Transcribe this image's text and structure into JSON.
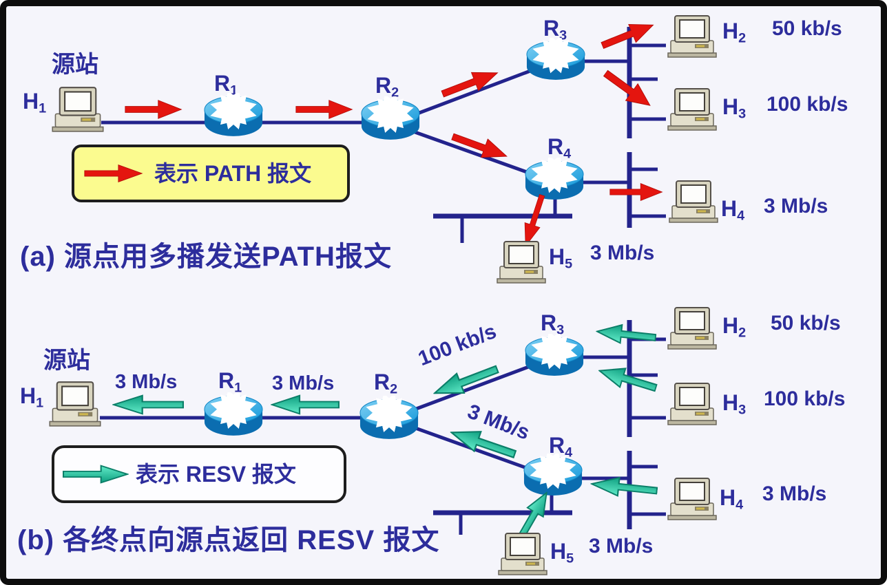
{
  "captions": {
    "a": "(a) 源点用多播发送PATH报文",
    "b": "(b) 各终点向源点返回 RESV 报文"
  },
  "source_station_label": "源站",
  "legend": {
    "path_label": "表示 PATH 报文",
    "resv_label": "表示 RESV 报文"
  },
  "nodes": {
    "h1": {
      "base": "H",
      "sub": "1"
    },
    "h2": {
      "base": "H",
      "sub": "2"
    },
    "h3": {
      "base": "H",
      "sub": "3"
    },
    "h4": {
      "base": "H",
      "sub": "4"
    },
    "h5": {
      "base": "H",
      "sub": "5"
    },
    "r1": {
      "base": "R",
      "sub": "1"
    },
    "r2": {
      "base": "R",
      "sub": "2"
    },
    "r3": {
      "base": "R",
      "sub": "3"
    },
    "r4": {
      "base": "R",
      "sub": "4"
    }
  },
  "rates": {
    "h2": "50 kb/s",
    "h3": "100 kb/s",
    "h4": "3 Mb/s",
    "h5": "3 Mb/s"
  },
  "resv_link_labels": {
    "h1_r1": "3 Mb/s",
    "r1_r2": "3 Mb/s",
    "r2_r3": "100 kb/s",
    "r2_r4": "3 Mb/s"
  },
  "colors": {
    "link": "#23238c",
    "label_text": "#2d2d9c",
    "path_arrow": "#e4150f",
    "resv_arrow": "#1db493",
    "legend_path_bg": "#fbfb8f",
    "router_top": "#4db9ec",
    "router_body": "#0b6db0",
    "background": "#f5f5fb"
  }
}
